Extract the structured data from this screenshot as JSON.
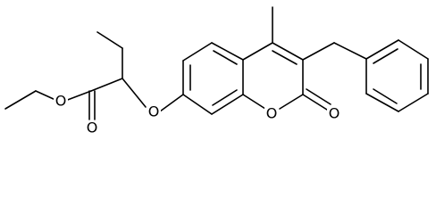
{
  "diagram": {
    "type": "chemical-structure",
    "atom_labels": [
      "O",
      "O",
      "O",
      "O",
      "O"
    ],
    "colors": {
      "background": "#ffffff",
      "ink": "#000000"
    }
  }
}
